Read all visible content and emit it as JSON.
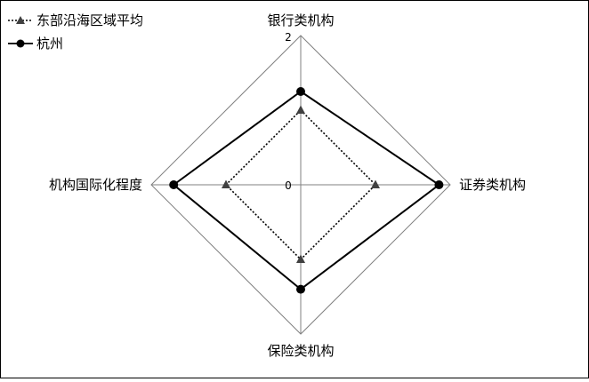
{
  "chart_data": {
    "type": "radar",
    "title": "",
    "axes": [
      "银行类机构",
      "证券类机构",
      "保险类机构",
      "机构国际化程度"
    ],
    "range": [
      0,
      2
    ],
    "ticks": [
      "0",
      "2"
    ],
    "grid": true,
    "legend_position": "top-left",
    "series": [
      {
        "name": "东部沿海区域平均",
        "values": [
          1.0,
          1.0,
          1.0,
          1.0
        ],
        "line_style": "dotted",
        "marker": "triangle",
        "color": "#000000",
        "marker_color": "#404040"
      },
      {
        "name": "杭州",
        "values": [
          1.25,
          1.85,
          1.4,
          1.7
        ],
        "line_style": "solid",
        "marker": "circle",
        "color": "#000000",
        "marker_color": "#000000"
      }
    ]
  }
}
